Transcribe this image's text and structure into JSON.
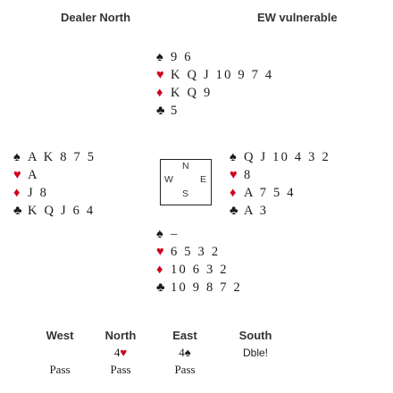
{
  "header": {
    "dealer": "Dealer North",
    "vulnerability": "EW vulnerable"
  },
  "suit_symbols": {
    "spades": "♠",
    "hearts": "♥",
    "diamonds": "♦",
    "clubs": "♣"
  },
  "colors": {
    "black_suit": "#1a1a1a",
    "red_suit": "#d0021b"
  },
  "hands": {
    "north": {
      "spades": "9 6",
      "hearts": "K Q J 10 9 7 4",
      "diamonds": "K Q 9",
      "clubs": "5"
    },
    "west": {
      "spades": "A K 8 7 5",
      "hearts": "A",
      "diamonds": "J 8",
      "clubs": "K Q J 6 4"
    },
    "east": {
      "spades": "Q J 10 4 3 2",
      "hearts": "8",
      "diamonds": "A 7 5 4",
      "clubs": "A 3"
    },
    "south": {
      "spades": "–",
      "hearts": "6 5 3 2",
      "diamonds": "10 6 3 2",
      "clubs": "10 9 8 7 2"
    }
  },
  "compass": {
    "n": "N",
    "w": "W",
    "e": "E",
    "s": "S"
  },
  "auction": {
    "headers": {
      "west": "West",
      "north": "North",
      "east": "East",
      "south": "South"
    },
    "round1": {
      "north_level": "4",
      "east_level": "4",
      "south": "Dble!"
    },
    "round2": {
      "west": "Pass",
      "north": "Pass",
      "east": "Pass"
    }
  }
}
